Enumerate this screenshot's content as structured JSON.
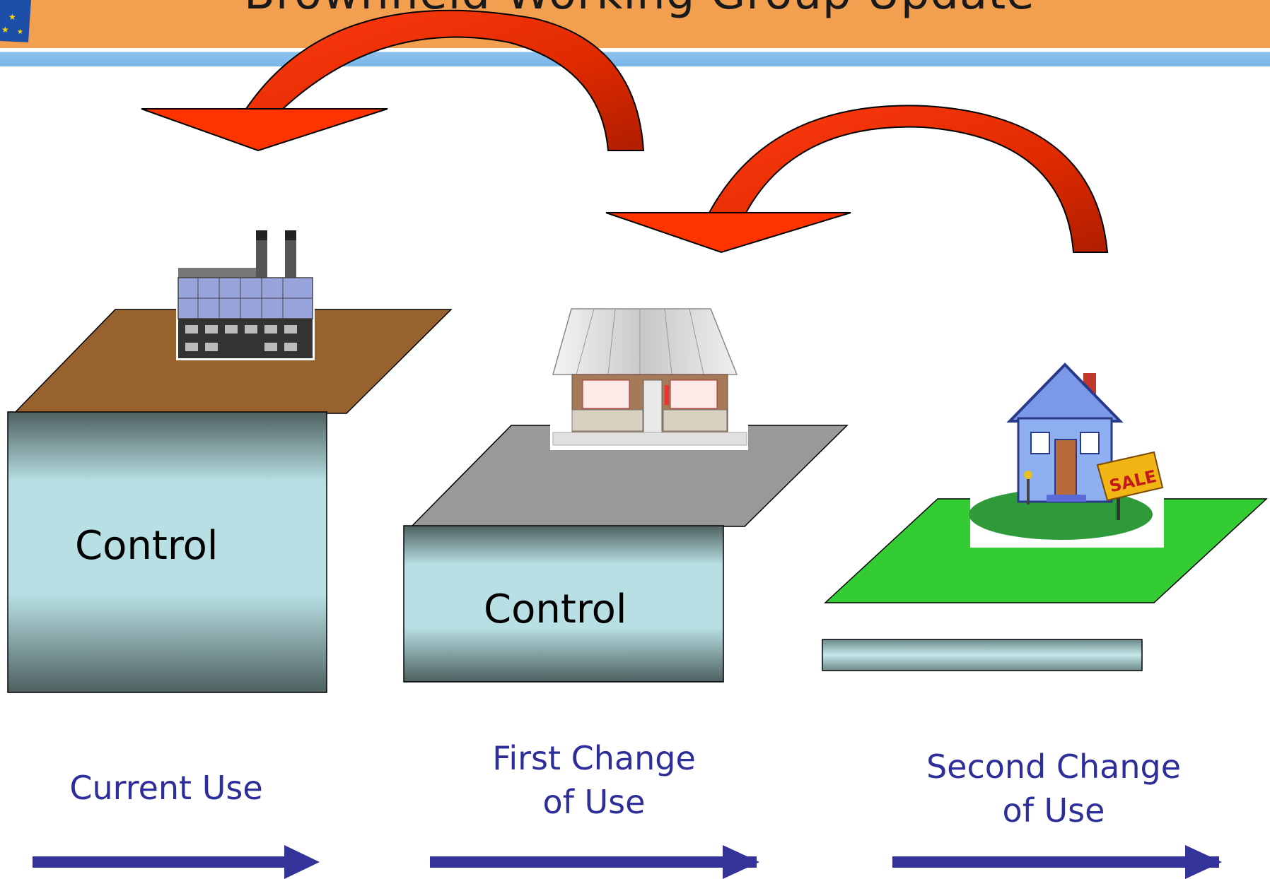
{
  "header": {
    "title": "Brownfield Working Group Update"
  },
  "boxes": [
    {
      "label": "Control"
    },
    {
      "label": "Control"
    }
  ],
  "stages": [
    {
      "lines": [
        "Current Use"
      ]
    },
    {
      "lines": [
        "First Change",
        "of Use"
      ]
    },
    {
      "lines": [
        "Second Change",
        "of Use"
      ]
    }
  ],
  "icons": [
    "factory-icon",
    "barber-shop-icon",
    "house-for-sale-icon",
    "eu-flag-logo"
  ],
  "colors": {
    "header": "#f2a050",
    "stripe": "#7ab6e8",
    "arrow_fill": "#ff3300",
    "arrow_dark": "#c02000",
    "factory_plane": "#98622e",
    "shop_plane": "#999999",
    "house_plane": "#33cc33",
    "control_box_light": "#b8e0e4",
    "control_box_dark": "#4e6060",
    "stage_arrow": "#333399",
    "stage_text": "#2e2e9a"
  }
}
